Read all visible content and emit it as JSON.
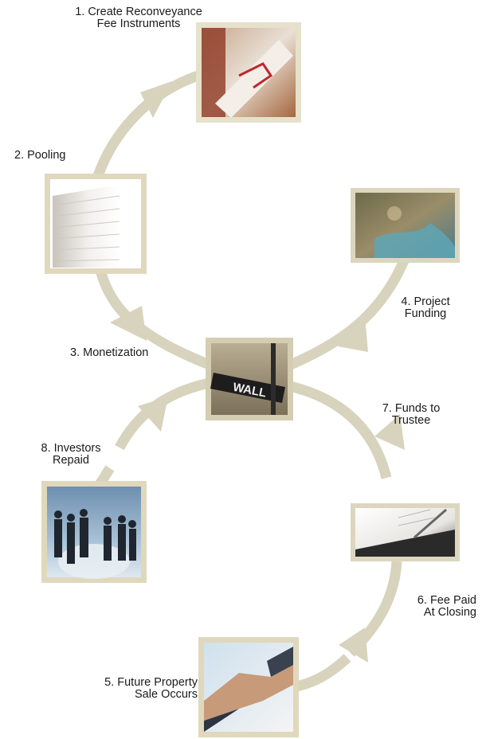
{
  "steps": [
    {
      "id": "step-1",
      "lines": [
        "1.  Create Reconveyance",
        "Fee Instruments"
      ],
      "image": "tied-documents-photo"
    },
    {
      "id": "step-2",
      "lines": [
        "2.  Pooling"
      ],
      "image": "stacked-papers-photo"
    },
    {
      "id": "step-3",
      "lines": [
        "3. Monetization"
      ],
      "image": "wall-street-sign-photo"
    },
    {
      "id": "step-4",
      "lines": [
        "4. Project",
        "Funding"
      ],
      "image": "aerial-coastal-development-photo"
    },
    {
      "id": "step-5",
      "lines": [
        "5. Future Property",
        "Sale Occurs"
      ],
      "image": "handshake-photo"
    },
    {
      "id": "step-6",
      "lines": [
        "6. Fee Paid",
        "At Closing"
      ],
      "image": "signing-document-photo"
    },
    {
      "id": "step-7",
      "lines": [
        "7. Funds to",
        "Trustee"
      ],
      "image": null
    },
    {
      "id": "step-8",
      "lines": [
        "8. Investors",
        "Repaid"
      ],
      "image": "business-people-globe-photo"
    }
  ],
  "colors": {
    "arrow": "#d8d3bd",
    "frame": "#d9d2b4",
    "text": "#1a1a1a"
  }
}
